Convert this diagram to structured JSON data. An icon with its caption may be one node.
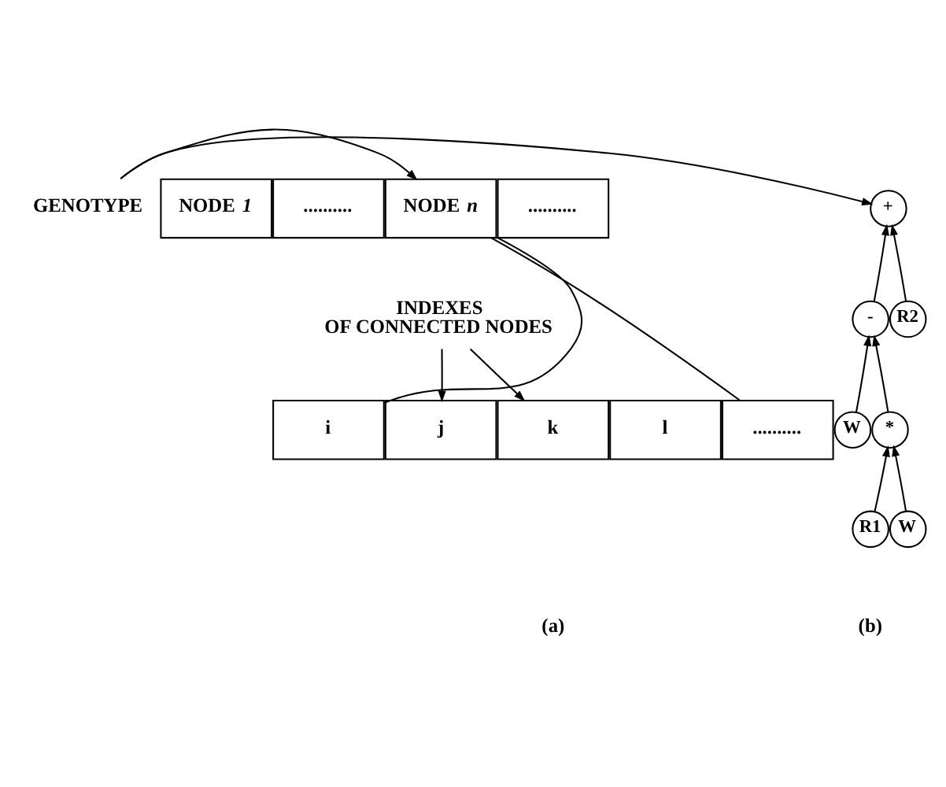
{
  "diagram": {
    "nodes": [
      {
        "text": [
          "GENOTYPE"
        ]
      },
      {
        "text": [
          "NODE *1*"
        ]
      },
      {
        "text": [
          ".........."
        ]
      },
      {
        "text": [
          "NODE *n*"
        ]
      },
      {
        "text": [
          ".........."
        ]
      },
      {
        "text": [
          "INDEXES OF CONNECTED NODES"
        ]
      },
      {
        "text": [
          "i"
        ]
      },
      {
        "text": [
          "j"
        ]
      },
      {
        "text": [
          "k"
        ]
      },
      {
        "text": [
          "l"
        ]
      },
      {
        "text": [
          ".........."
        ]
      },
      {
        "text": [
          "+"
        ]
      },
      {
        "text": [
          "-"
        ]
      },
      {
        "text": [
          "R2"
        ]
      },
      {
        "text": [
          "W"
        ]
      },
      {
        "text": [
          "*"
        ]
      },
      {
        "text": [
          "R1"
        ]
      },
      {
        "text": [
          "W"
        ]
      }
    ],
    "edges": [
      {
        "from": 0,
        "to": 3,
        "arrow": "to"
      },
      {
        "from": 0,
        "to": 11,
        "arrow": "to"
      },
      {
        "from": 3,
        "to": 6,
        "arrow": "none"
      },
      {
        "from": 3,
        "to": 10,
        "arrow": "none"
      },
      {
        "from": 5,
        "to": 7,
        "arrow": "to"
      },
      {
        "from": 5,
        "to": 8,
        "arrow": "to"
      },
      {
        "from": 12,
        "to": 11,
        "arrow": "to"
      },
      {
        "from": 13,
        "to": 11,
        "arrow": "to"
      },
      {
        "from": 14,
        "to": 12,
        "arrow": "to"
      },
      {
        "from": 15,
        "to": 12,
        "arrow": "to"
      },
      {
        "from": 16,
        "to": 15,
        "arrow": "to"
      },
      {
        "from": 17,
        "to": 15,
        "arrow": "to"
      }
    ],
    "labels": [
      "(a)",
      "(b)"
    ]
  }
}
